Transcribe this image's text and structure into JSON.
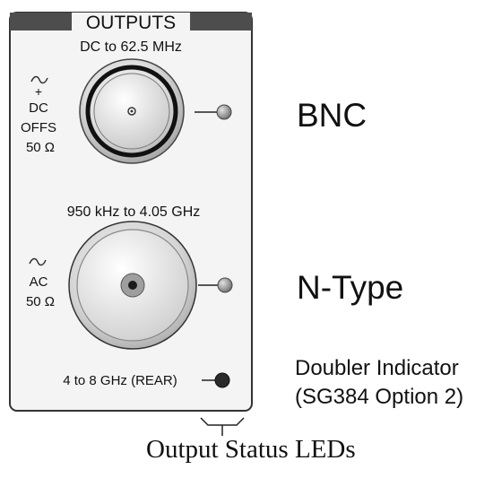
{
  "panel": {
    "header": "OUTPUTS",
    "bnc_freq": "DC to 62.5 MHz",
    "bnc_spec": [
      "+",
      "DC",
      "OFFS",
      "50 Ω"
    ],
    "ntype_freq": "950 kHz to 4.05 GHz",
    "ntype_spec": [
      "AC",
      "50 Ω"
    ],
    "rear_label": "4 to 8 GHz (REAR)"
  },
  "labels": {
    "bnc": "BNC",
    "ntype": "N-Type",
    "doubler_line1": "Doubler Indicator",
    "doubler_line2": "(SG384 Option 2)",
    "status_leds": "Output Status LEDs"
  },
  "icons": {
    "ac_symbol": "tilde-wave-icon",
    "led": "status-led-icon"
  },
  "colors": {
    "panel_fill": "#f4f4f4",
    "header_bar": "#4d4d4d",
    "led_grey": "#8a8a8a",
    "led_dark": "#2a2a2a"
  }
}
